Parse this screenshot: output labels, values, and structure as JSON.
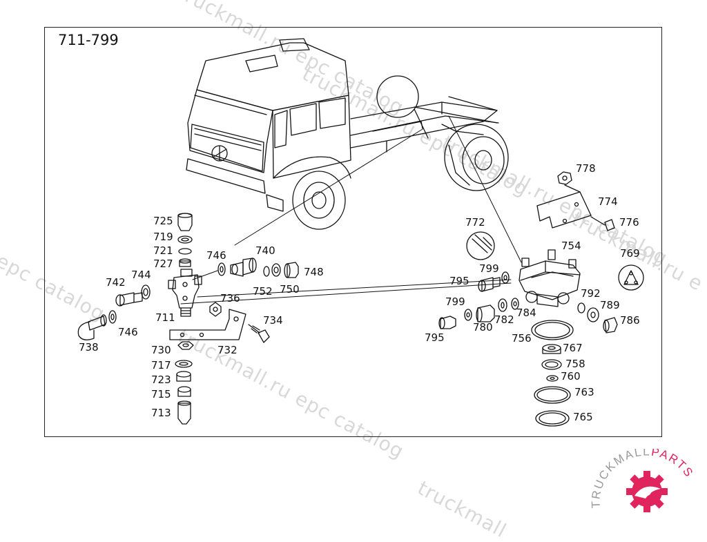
{
  "group_code": "711-799",
  "watermarks": {
    "w1": "truckmall.ru epc catalog",
    "w2": "truckmall.ru epc catalog",
    "w3": "truckmall.ru epc catalog",
    "w4": "l epc catalog",
    "w5": "truckmall.ru epc catalog",
    "w6": "truckmall.ru e",
    "w7": "truckmall"
  },
  "parts": {
    "p725": "725",
    "p719": "719",
    "p721": "721",
    "p727": "727",
    "p746a": "746",
    "p740": "740",
    "p744": "744",
    "p742": "742",
    "p748": "748",
    "p752": "752",
    "p750": "750",
    "p736": "736",
    "p711": "711",
    "p746b": "746",
    "p734": "734",
    "p738": "738",
    "p730": "730",
    "p732": "732",
    "p717": "717",
    "p723": "723",
    "p715": "715",
    "p713": "713",
    "p778": "778",
    "p774": "774",
    "p776": "776",
    "p772": "772",
    "p754": "754",
    "p769": "769",
    "p799a": "799",
    "p795a": "795",
    "p792": "792",
    "p789": "789",
    "p799b": "799",
    "p784": "784",
    "p782": "782",
    "p786": "786",
    "p780": "780",
    "p795b": "795",
    "p756": "756",
    "p767": "767",
    "p758": "758",
    "p760": "760",
    "p763": "763",
    "p765": "765"
  },
  "logo": {
    "text_dark": "TRUCKMALL",
    "text_accent": "PARTS"
  },
  "colors": {
    "accent": "#e0245e",
    "line": "#111111",
    "watermark": "#d8d8d8"
  }
}
